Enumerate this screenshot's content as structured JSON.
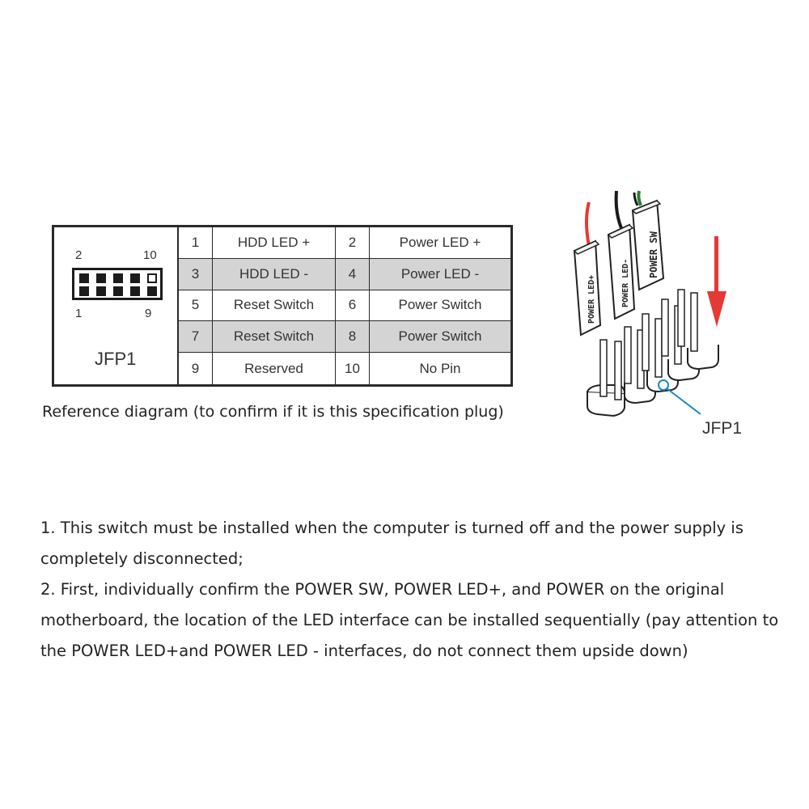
{
  "pin_table": {
    "header_diagram": {
      "top_left_number": "2",
      "top_right_number": "10",
      "bottom_left_number": "1",
      "bottom_right_number": "9",
      "label": "JFP1"
    },
    "rows": [
      {
        "pin_a": "1",
        "label_a": "HDD LED +",
        "pin_b": "2",
        "label_b": "Power LED +",
        "shaded": false
      },
      {
        "pin_a": "3",
        "label_a": "HDD LED -",
        "pin_b": "4",
        "label_b": "Power LED -",
        "shaded": true
      },
      {
        "pin_a": "5",
        "label_a": "Reset Switch",
        "pin_b": "6",
        "label_b": "Power Switch",
        "shaded": false
      },
      {
        "pin_a": "7",
        "label_a": "Reset Switch",
        "pin_b": "8",
        "label_b": "Power Switch",
        "shaded": true
      },
      {
        "pin_a": "9",
        "label_a": "Reserved",
        "pin_b": "10",
        "label_b": "No Pin",
        "shaded": false
      }
    ]
  },
  "caption": "Reference diagram (to confirm if it is this specification plug)",
  "connector_illustration": {
    "plug_labels": [
      "POWER LED+",
      "POWER LED-",
      "POWER SW"
    ],
    "header_label": "JFP1",
    "arrow_color": "#e53935",
    "callout_color": "#1e88c8",
    "wire_colors": [
      "#e53935",
      "#1a1a1a",
      "#2e7d32"
    ]
  },
  "instructions": [
    "1. This switch must be installed when the computer is turned off and the power supply is completely disconnected;",
    "2. First, individually confirm the POWER SW, POWER LED+, and POWER on the original motherboard, the location of the LED interface can be installed sequentially (pay attention to the POWER LED+and POWER LED - interfaces, do not connect them upside down)"
  ]
}
